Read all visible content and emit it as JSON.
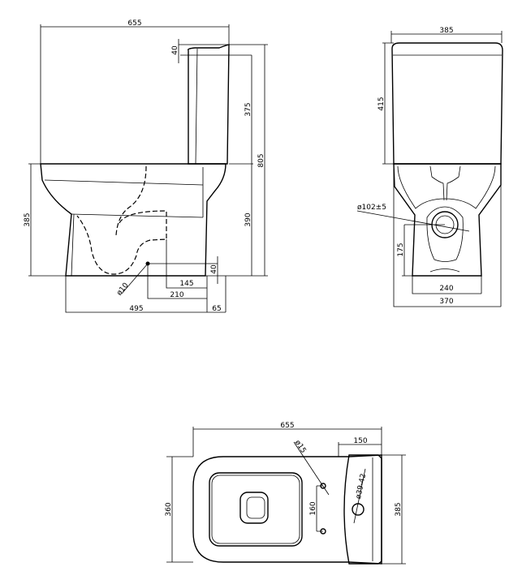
{
  "side_view": {
    "overall_length": "655",
    "cistern_lid": "40",
    "cistern_height": "375",
    "overall_height": "805",
    "pan_height_left": "385",
    "pan_height_right": "390",
    "inlet_height": "40",
    "waste_145": "145",
    "waste_210": "210",
    "base_length": "495",
    "offset_65": "65",
    "fixing_hole": "ø10"
  },
  "front_view": {
    "cistern_width": "385",
    "cistern_height": "415",
    "outlet_diameter": "ø102±5",
    "outlet_height": "175",
    "base_width": "240",
    "pan_width": "370"
  },
  "top_view": {
    "overall_length": "655",
    "cistern_depth": "150",
    "fixing_hole": "ø15",
    "flush_hole": "ø39-42",
    "hole_spacing": "160",
    "pan_width": "360",
    "cistern_width": "385"
  }
}
